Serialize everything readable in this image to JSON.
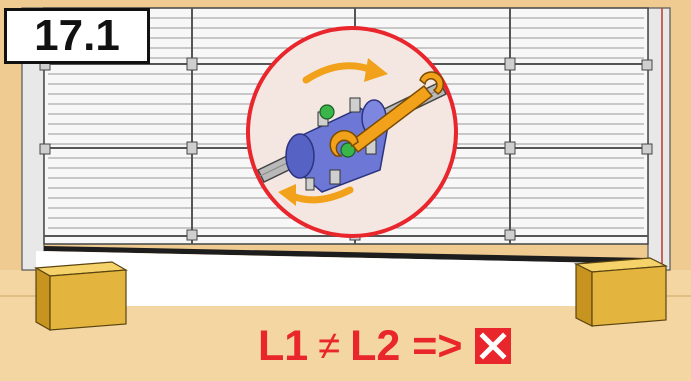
{
  "step_label": "17.1",
  "formula": {
    "left": "L1",
    "neq_symbol": "≠",
    "right": "L2 =>"
  },
  "icons": {
    "result_mark": "red-cross-icon",
    "rotation": "rotation-arrows-icon",
    "wrench": "wrench-icon"
  },
  "colors": {
    "floor": "#F4D6A2",
    "wall": "#E9C995",
    "accent_red": "#E8262C",
    "wrench_orange": "#F2A11B",
    "drum_blue": "#6D78D6",
    "screw_green": "#39B54A",
    "support_yellow": "#E4B53E"
  }
}
